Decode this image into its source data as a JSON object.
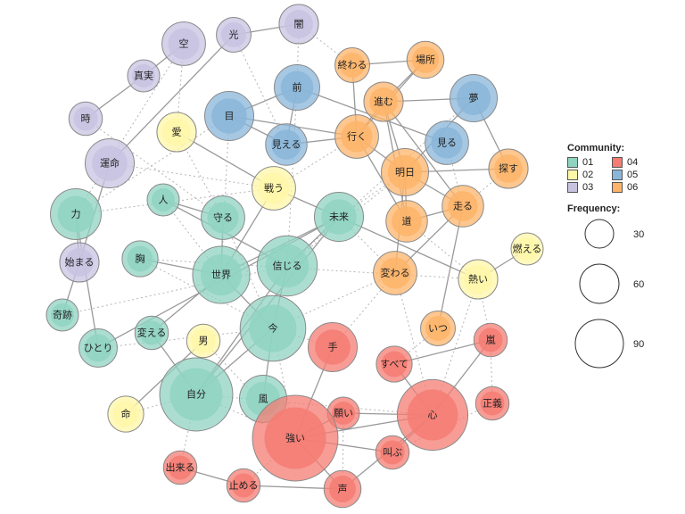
{
  "legend": {
    "community_title": "Community:",
    "communities": [
      {
        "id": "01",
        "label": "01",
        "color": "#8fd3c1"
      },
      {
        "id": "02",
        "label": "02",
        "color": "#fff7a8"
      },
      {
        "id": "03",
        "label": "03",
        "color": "#c7c3e1"
      },
      {
        "id": "04",
        "label": "04",
        "color": "#f47c73"
      },
      {
        "id": "05",
        "label": "05",
        "color": "#8ab6d9"
      },
      {
        "id": "06",
        "label": "06",
        "color": "#fdb46a"
      }
    ],
    "frequency_title": "Frequency:",
    "frequencies": [
      {
        "value": 30,
        "label": "30"
      },
      {
        "value": 60,
        "label": "60"
      },
      {
        "value": 90,
        "label": "90"
      }
    ]
  },
  "nodes": [
    {
      "id": "闇",
      "label": "闇",
      "community": "03",
      "frequency": 18
    },
    {
      "id": "光",
      "label": "光",
      "community": "03",
      "frequency": 14
    },
    {
      "id": "空",
      "label": "空",
      "community": "03",
      "frequency": 22
    },
    {
      "id": "真実",
      "label": "真実",
      "community": "03",
      "frequency": 12
    },
    {
      "id": "時",
      "label": "時",
      "community": "03",
      "frequency": 13
    },
    {
      "id": "運命",
      "label": "運命",
      "community": "03",
      "frequency": 28
    },
    {
      "id": "始まる",
      "label": "始まる",
      "community": "03",
      "frequency": 18
    },
    {
      "id": "前",
      "label": "前",
      "community": "05",
      "frequency": 24
    },
    {
      "id": "目",
      "label": "目",
      "community": "05",
      "frequency": 28
    },
    {
      "id": "見える",
      "label": "見える",
      "community": "05",
      "frequency": 20
    },
    {
      "id": "夢",
      "label": "夢",
      "community": "05",
      "frequency": 26
    },
    {
      "id": "見る",
      "label": "見る",
      "community": "05",
      "frequency": 22
    },
    {
      "id": "愛",
      "label": "愛",
      "community": "02",
      "frequency": 18
    },
    {
      "id": "戦う",
      "label": "戦う",
      "community": "02",
      "frequency": 22
    },
    {
      "id": "男",
      "label": "男",
      "community": "02",
      "frequency": 13
    },
    {
      "id": "命",
      "label": "命",
      "community": "02",
      "frequency": 15
    },
    {
      "id": "燃える",
      "label": "燃える",
      "community": "02",
      "frequency": 12
    },
    {
      "id": "熱い",
      "label": "熱い",
      "community": "02",
      "frequency": 18
    },
    {
      "id": "終わる",
      "label": "終わる",
      "community": "06",
      "frequency": 14
    },
    {
      "id": "場所",
      "label": "場所",
      "community": "06",
      "frequency": 16
    },
    {
      "id": "進む",
      "label": "進む",
      "community": "06",
      "frequency": 18
    },
    {
      "id": "行く",
      "label": "行く",
      "community": "06",
      "frequency": 22
    },
    {
      "id": "明日",
      "label": "明日",
      "community": "06",
      "frequency": 26
    },
    {
      "id": "探す",
      "label": "探す",
      "community": "06",
      "frequency": 18
    },
    {
      "id": "走る",
      "label": "走る",
      "community": "06",
      "frequency": 20
    },
    {
      "id": "道",
      "label": "道",
      "community": "06",
      "frequency": 20
    },
    {
      "id": "変わる",
      "label": "変わる",
      "community": "06",
      "frequency": 22
    },
    {
      "id": "いつ",
      "label": "いつ",
      "community": "06",
      "frequency": 14
    },
    {
      "id": "力",
      "label": "力",
      "community": "01",
      "frequency": 30
    },
    {
      "id": "人",
      "label": "人",
      "community": "01",
      "frequency": 12
    },
    {
      "id": "守る",
      "label": "守る",
      "community": "01",
      "frequency": 22
    },
    {
      "id": "未来",
      "label": "未来",
      "community": "01",
      "frequency": 28
    },
    {
      "id": "胸",
      "label": "胸",
      "community": "01",
      "frequency": 15
    },
    {
      "id": "世界",
      "label": "世界",
      "community": "01",
      "frequency": 38
    },
    {
      "id": "信じる",
      "label": "信じる",
      "community": "01",
      "frequency": 42
    },
    {
      "id": "奇跡",
      "label": "奇跡",
      "community": "01",
      "frequency": 12
    },
    {
      "id": "ひとり",
      "label": "ひとり",
      "community": "01",
      "frequency": 17
    },
    {
      "id": "変える",
      "label": "変える",
      "community": "01",
      "frequency": 13
    },
    {
      "id": "今",
      "label": "今",
      "community": "01",
      "frequency": 50
    },
    {
      "id": "風",
      "label": "風",
      "community": "01",
      "frequency": 26
    },
    {
      "id": "自分",
      "label": "自分",
      "community": "01",
      "frequency": 62
    },
    {
      "id": "手",
      "label": "手",
      "community": "04",
      "frequency": 28
    },
    {
      "id": "嵐",
      "label": "嵐",
      "community": "04",
      "frequency": 13
    },
    {
      "id": "すべて",
      "label": "すべて",
      "community": "04",
      "frequency": 15
    },
    {
      "id": "正義",
      "label": "正義",
      "community": "04",
      "frequency": 13
    },
    {
      "id": "願い",
      "label": "願い",
      "community": "04",
      "frequency": 12
    },
    {
      "id": "心",
      "label": "心",
      "community": "04",
      "frequency": 58
    },
    {
      "id": "強い",
      "label": "強い",
      "community": "04",
      "frequency": 85
    },
    {
      "id": "叫ぶ",
      "label": "叫ぶ",
      "community": "04",
      "frequency": 13
    },
    {
      "id": "出来る",
      "label": "出来る",
      "community": "04",
      "frequency": 13
    },
    {
      "id": "止める",
      "label": "止める",
      "community": "04",
      "frequency": 13
    },
    {
      "id": "声",
      "label": "声",
      "community": "04",
      "frequency": 16
    }
  ],
  "edges": [
    {
      "source": "闇",
      "target": "光",
      "style": "solid"
    },
    {
      "source": "光",
      "target": "運命",
      "style": "solid"
    },
    {
      "source": "空",
      "target": "真実",
      "style": "solid"
    },
    {
      "source": "真実",
      "target": "時",
      "style": "solid"
    },
    {
      "source": "運命",
      "target": "始まる",
      "style": "solid"
    },
    {
      "source": "力",
      "target": "始まる",
      "style": "solid"
    },
    {
      "source": "力",
      "target": "ひとり",
      "style": "solid"
    },
    {
      "source": "始まる",
      "target": "奇跡",
      "style": "solid"
    },
    {
      "source": "前",
      "target": "目",
      "style": "solid"
    },
    {
      "source": "前",
      "target": "見える",
      "style": "solid"
    },
    {
      "source": "前",
      "target": "見る",
      "style": "solid"
    },
    {
      "source": "目",
      "target": "見える",
      "style": "solid"
    },
    {
      "source": "目",
      "target": "行く",
      "style": "solid"
    },
    {
      "source": "見える",
      "target": "行く",
      "style": "solid"
    },
    {
      "source": "夢",
      "target": "進む",
      "style": "solid"
    },
    {
      "source": "夢",
      "target": "探す",
      "style": "solid"
    },
    {
      "source": "夢",
      "target": "明日",
      "style": "solid"
    },
    {
      "source": "終わる",
      "target": "場所",
      "style": "solid"
    },
    {
      "source": "場所",
      "target": "進む",
      "style": "solid"
    },
    {
      "source": "場所",
      "target": "行く",
      "style": "solid"
    },
    {
      "source": "終わる",
      "target": "行く",
      "style": "solid"
    },
    {
      "source": "進む",
      "target": "行く",
      "style": "solid"
    },
    {
      "source": "進む",
      "target": "明日",
      "style": "solid"
    },
    {
      "source": "進む",
      "target": "道",
      "style": "solid"
    },
    {
      "source": "進む",
      "target": "走る",
      "style": "solid"
    },
    {
      "source": "行く",
      "target": "明日",
      "style": "solid"
    },
    {
      "source": "行く",
      "target": "道",
      "style": "solid"
    },
    {
      "source": "明日",
      "target": "探す",
      "style": "solid"
    },
    {
      "source": "明日",
      "target": "走る",
      "style": "solid"
    },
    {
      "source": "明日",
      "target": "道",
      "style": "solid"
    },
    {
      "source": "明日",
      "target": "変わる",
      "style": "solid"
    },
    {
      "source": "走る",
      "target": "道",
      "style": "solid"
    },
    {
      "source": "走る",
      "target": "いつ",
      "style": "solid"
    },
    {
      "source": "走る",
      "target": "変わる",
      "style": "solid"
    },
    {
      "source": "愛",
      "target": "戦う",
      "style": "solid"
    },
    {
      "source": "戦う",
      "target": "未来",
      "style": "solid"
    },
    {
      "source": "戦う",
      "target": "世界",
      "style": "solid"
    },
    {
      "source": "人",
      "target": "守る",
      "style": "solid"
    },
    {
      "source": "人",
      "target": "信じる",
      "style": "solid"
    },
    {
      "source": "未来",
      "target": "信じる",
      "style": "solid"
    },
    {
      "source": "未来",
      "target": "世界",
      "style": "solid"
    },
    {
      "source": "未来",
      "target": "熱い",
      "style": "solid"
    },
    {
      "source": "未来",
      "target": "自分",
      "style": "solid"
    },
    {
      "source": "未来",
      "target": "ひとり",
      "style": "solid"
    },
    {
      "source": "守る",
      "target": "世界",
      "style": "solid"
    },
    {
      "source": "世界",
      "target": "変える",
      "style": "solid"
    },
    {
      "source": "世界",
      "target": "今",
      "style": "solid"
    },
    {
      "source": "信じる",
      "target": "自分",
      "style": "solid"
    },
    {
      "source": "信じる",
      "target": "今",
      "style": "solid"
    },
    {
      "source": "胸",
      "target": "世界",
      "style": "solid"
    },
    {
      "source": "今",
      "target": "風",
      "style": "solid"
    },
    {
      "source": "今",
      "target": "自分",
      "style": "solid"
    },
    {
      "source": "変える",
      "target": "自分",
      "style": "solid"
    },
    {
      "source": "男",
      "target": "命",
      "style": "solid"
    },
    {
      "source": "熱い",
      "target": "燃える",
      "style": "solid"
    },
    {
      "source": "手",
      "target": "強い",
      "style": "solid"
    },
    {
      "source": "すべて",
      "target": "嵐",
      "style": "solid"
    },
    {
      "source": "すべて",
      "target": "心",
      "style": "solid"
    },
    {
      "source": "心",
      "target": "嵐",
      "style": "solid"
    },
    {
      "source": "心",
      "target": "強い",
      "style": "solid"
    },
    {
      "source": "心",
      "target": "願い",
      "style": "solid"
    },
    {
      "source": "心",
      "target": "叫ぶ",
      "style": "solid"
    },
    {
      "source": "心",
      "target": "声",
      "style": "solid"
    },
    {
      "source": "強い",
      "target": "願い",
      "style": "solid"
    },
    {
      "source": "強い",
      "target": "叫ぶ",
      "style": "solid"
    },
    {
      "source": "強い",
      "target": "声",
      "style": "solid"
    },
    {
      "source": "出来る",
      "target": "止める",
      "style": "solid"
    },
    {
      "source": "止める",
      "target": "声",
      "style": "solid"
    },
    {
      "source": "闇",
      "target": "終わる",
      "style": "dotted"
    },
    {
      "source": "光",
      "target": "見える",
      "style": "dotted"
    },
    {
      "source": "空",
      "target": "愛",
      "style": "dotted"
    },
    {
      "source": "闇",
      "target": "前",
      "style": "dotted"
    },
    {
      "source": "運命",
      "target": "戦う",
      "style": "dotted"
    },
    {
      "source": "時",
      "target": "守る",
      "style": "dotted"
    },
    {
      "source": "力",
      "target": "目",
      "style": "dotted"
    },
    {
      "source": "力",
      "target": "戦う",
      "style": "dotted"
    },
    {
      "source": "愛",
      "target": "守る",
      "style": "dotted"
    },
    {
      "source": "戦う",
      "target": "行く",
      "style": "dotted"
    },
    {
      "source": "未来",
      "target": "明日",
      "style": "dotted"
    },
    {
      "source": "未来",
      "target": "変わる",
      "style": "dotted"
    },
    {
      "source": "信じる",
      "target": "明日",
      "style": "dotted"
    },
    {
      "source": "信じる",
      "target": "夢",
      "style": "dotted"
    },
    {
      "source": "胸",
      "target": "熱い",
      "style": "dotted"
    },
    {
      "source": "胸",
      "target": "今",
      "style": "dotted"
    },
    {
      "source": "奇跡",
      "target": "信じる",
      "style": "dotted"
    },
    {
      "source": "ひとり",
      "target": "今",
      "style": "dotted"
    },
    {
      "source": "今",
      "target": "手",
      "style": "dotted"
    },
    {
      "source": "今",
      "target": "変わる",
      "style": "dotted"
    },
    {
      "source": "今",
      "target": "強い",
      "style": "dotted"
    },
    {
      "source": "自分",
      "target": "強い",
      "style": "dotted"
    },
    {
      "source": "自分",
      "target": "心",
      "style": "dotted"
    },
    {
      "source": "風",
      "target": "強い",
      "style": "dotted"
    },
    {
      "source": "男",
      "target": "強い",
      "style": "dotted"
    },
    {
      "source": "命",
      "target": "自分",
      "style": "dotted"
    },
    {
      "source": "変わる",
      "target": "手",
      "style": "dotted"
    },
    {
      "source": "変わる",
      "target": "心",
      "style": "dotted"
    },
    {
      "source": "熱い",
      "target": "心",
      "style": "dotted"
    },
    {
      "source": "熱い",
      "target": "嵐",
      "style": "dotted"
    },
    {
      "source": "いつ",
      "target": "すべて",
      "style": "dotted"
    },
    {
      "source": "嵐",
      "target": "正義",
      "style": "dotted"
    },
    {
      "source": "正義",
      "target": "叫ぶ",
      "style": "dotted"
    },
    {
      "source": "出来る",
      "target": "自分",
      "style": "dotted"
    },
    {
      "source": "止める",
      "target": "強い",
      "style": "dotted"
    },
    {
      "source": "願い",
      "target": "声",
      "style": "dotted"
    },
    {
      "source": "道",
      "target": "熱い",
      "style": "dotted"
    },
    {
      "source": "探す",
      "target": "走る",
      "style": "dotted"
    },
    {
      "source": "見る",
      "target": "走る",
      "style": "dotted"
    },
    {
      "source": "守る",
      "target": "今",
      "style": "dotted"
    },
    {
      "source": "人",
      "target": "世界",
      "style": "dotted"
    },
    {
      "source": "前",
      "target": "信じる",
      "style": "dotted"
    },
    {
      "source": "目",
      "target": "世界",
      "style": "dotted"
    },
    {
      "source": "空",
      "target": "力",
      "style": "dotted"
    }
  ]
}
